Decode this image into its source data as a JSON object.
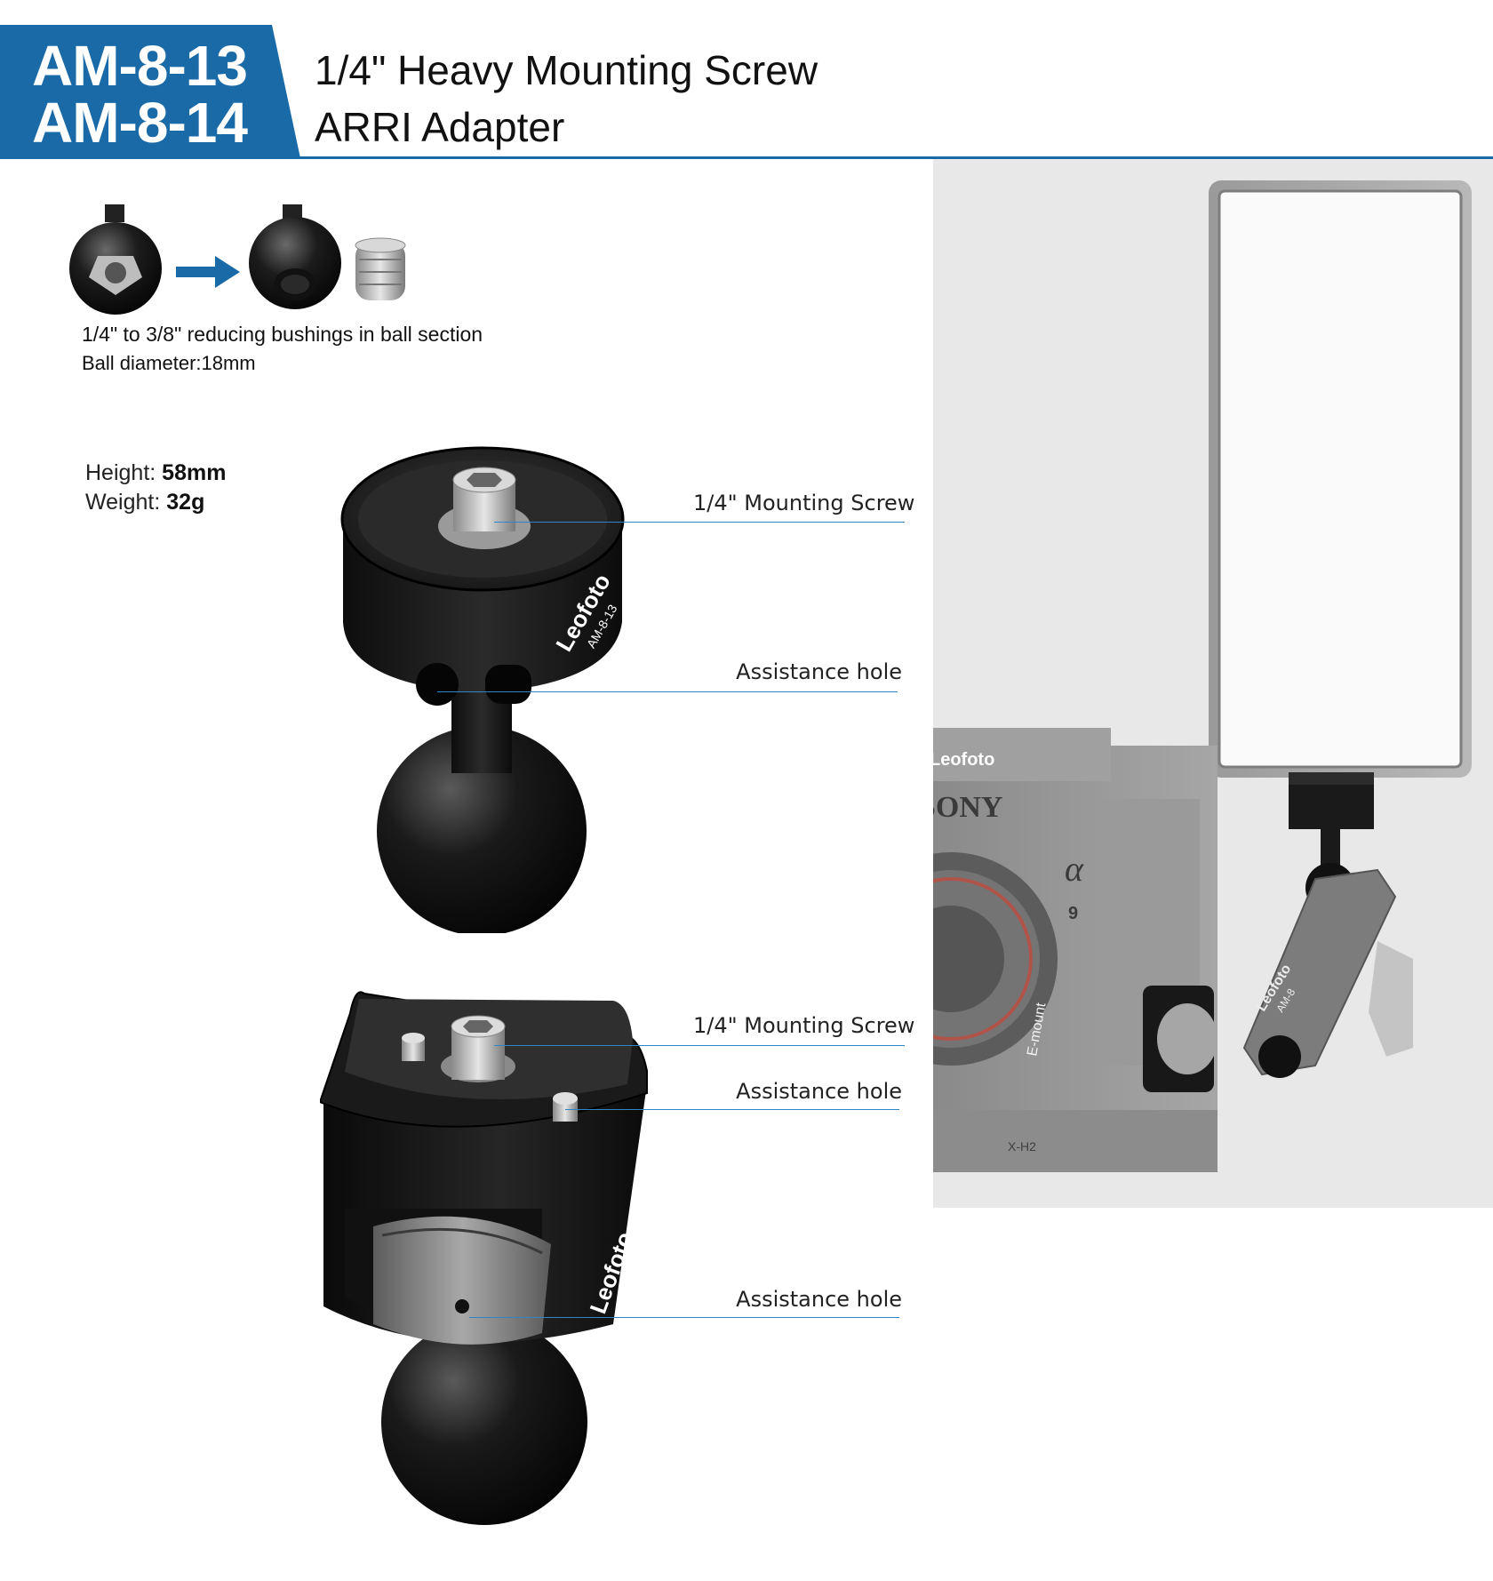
{
  "header": {
    "models": [
      "AM-8-13",
      "AM-8-14"
    ],
    "titles": [
      "1/4\" Heavy Mounting Screw",
      "ARRI Adapter"
    ],
    "brand_color": "#1a6aa8"
  },
  "bushing": {
    "caption": "1/4\" to 3/8\" reducing bushings in ball section",
    "diameter": "Ball diameter:18mm"
  },
  "specs": {
    "height_label": "Height:",
    "height_value": "58mm",
    "weight_label": "Weight:",
    "weight_value": "32g"
  },
  "product_top": {
    "brand": "Leofoto",
    "model": "AM-8-13",
    "callouts": [
      "1/4\" Mounting Screw",
      "Assistance hole"
    ]
  },
  "product_bottom": {
    "brand": "Leofoto",
    "model": "AM-8-14",
    "callouts": [
      "1/4\" Mounting Screw",
      "Assistance hole",
      "Assistance hole"
    ]
  },
  "scene": {
    "camera_brand": "SONY",
    "cage_brand": "Leofoto",
    "alpha_symbol": "α",
    "alpha_model": "9",
    "mount_text": "E-mount",
    "cage_model": "X-H2",
    "arm_model": "AM-8"
  }
}
